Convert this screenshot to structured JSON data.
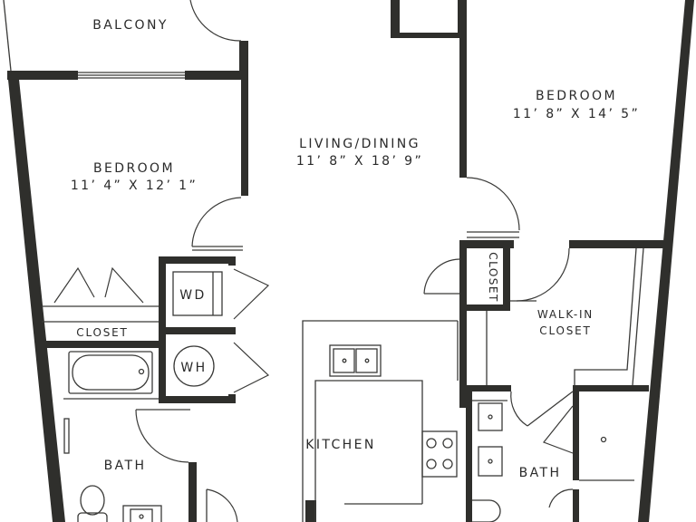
{
  "colors": {
    "wall": "#2f2f2c",
    "line": "#3a3a38",
    "background": "#ffffff"
  },
  "rooms": {
    "balcony": {
      "name": "BALCONY"
    },
    "bedroom_1": {
      "name": "BEDROOM",
      "size": "11’ 4” X 12’ 1”"
    },
    "living_dining": {
      "name": "LIVING/DINING",
      "size": "11’ 8” X 18’ 9”"
    },
    "bedroom_2": {
      "name": "BEDROOM",
      "size": "11’ 8” X 14’ 5”"
    },
    "closet_1": {
      "name": "CLOSET"
    },
    "closet_2": {
      "name": "CLOSET"
    },
    "walk_in_closet": {
      "line1": "WALK-IN",
      "line2": "CLOSET"
    },
    "kitchen": {
      "name": "KITCHEN"
    },
    "bath_1": {
      "name": "BATH"
    },
    "bath_2": {
      "name": "BATH"
    }
  },
  "fixtures": {
    "washer_dryer": "WD",
    "water_heater": "WH"
  }
}
